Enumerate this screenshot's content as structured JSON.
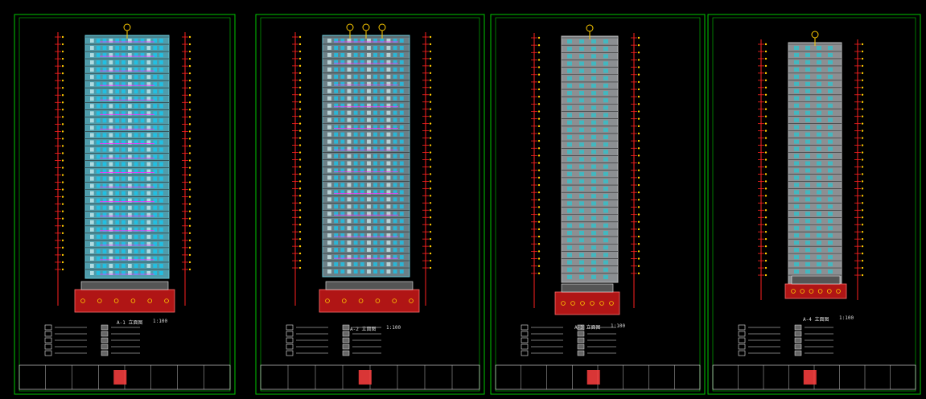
{
  "app": {
    "title": "CAD Viewer",
    "theme": {
      "background": "#000000",
      "border": "#00c800",
      "frame": "#5aa05a",
      "level_marks": "#ff2020",
      "level_text": "#ffcc00",
      "glass": "#67c7d8",
      "gray_fill": "#8b8f93",
      "red_base": "#b01515",
      "magenta": "#ff2fff",
      "white": "#f0f0f0"
    }
  },
  "sheets": [
    {
      "id": "sheet-1",
      "elevation_caption": "A-1 立面图",
      "scale_caption": "1:100"
    },
    {
      "id": "sheet-2",
      "elevation_caption": "A-2 立面图",
      "scale_caption": "1:100"
    },
    {
      "id": "sheet-3",
      "elevation_caption": "A-3 立面图",
      "scale_caption": "1:100"
    },
    {
      "id": "sheet-4",
      "elevation_caption": "A-4 立面图",
      "scale_caption": "1:100"
    }
  ]
}
